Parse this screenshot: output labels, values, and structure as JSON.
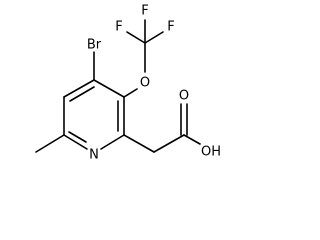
{
  "molecule": {
    "atoms": {
      "br": "Br",
      "o_ether": "O",
      "f_left": "F",
      "f_top": "F",
      "f_right": "F",
      "n_ring": "N",
      "o_carbonyl": "O",
      "oh": "OH"
    }
  },
  "colors": {
    "bond": "#000000",
    "label": "#000000",
    "background": "#ffffff"
  }
}
